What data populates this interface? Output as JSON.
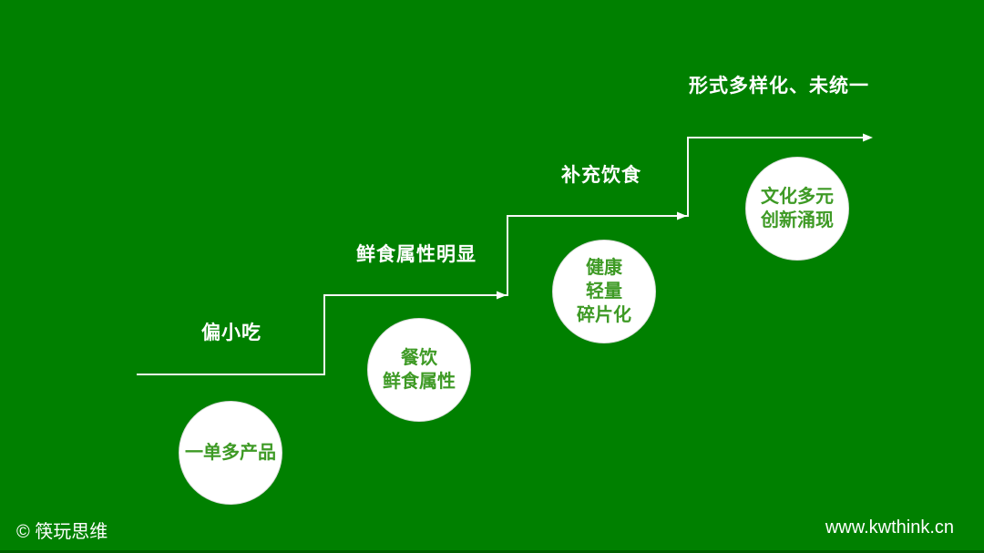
{
  "colors": {
    "background": "#008000",
    "line": "#ffffff",
    "circle_fill": "#ffffff",
    "circle_text": "#3e9a25",
    "label_text": "#ffffff"
  },
  "steps": [
    {
      "label": "偏小吃",
      "circle_lines": [
        "一单多产品"
      ]
    },
    {
      "label": "鲜食属性明显",
      "circle_lines": [
        "餐饮",
        "鲜食属性"
      ]
    },
    {
      "label": "补充饮食",
      "circle_lines": [
        "健康",
        "轻量",
        "碎片化"
      ]
    },
    {
      "label": "形式多样化、未统一",
      "circle_lines": [
        "文化多元",
        "创新涌现"
      ]
    }
  ],
  "footer": {
    "copyright": "© 筷玩思维",
    "website": "www.kwthink.cn"
  }
}
